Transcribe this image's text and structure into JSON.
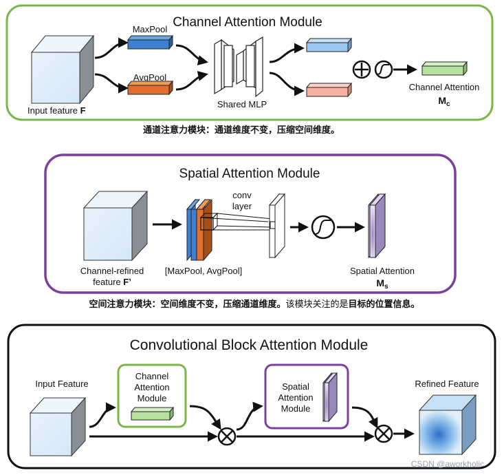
{
  "channel": {
    "title": "Channel Attention Module",
    "maxpool_label": "MaxPool",
    "avgpool_label": "AvgPool",
    "input_label": "Input feature ",
    "input_symbol": "F",
    "mlp_label": "Shared MLP",
    "output_label": "Channel Attention",
    "output_symbol": "M",
    "output_subscript": "c",
    "caption": "通道注意力模块：通道维度不变，压缩空间维度。",
    "colors": {
      "border": "#7ab648",
      "maxpool": "#3d7fd0",
      "avgpool": "#e07030",
      "out_blue": "#9cc8f0",
      "out_red": "#f6b0a0",
      "out_green": "#b8e0a0"
    }
  },
  "spatial": {
    "title": "Spatial Attention Module",
    "conv_label_1": "conv",
    "conv_label_2": "layer",
    "input_label_1": "Channel-refined",
    "input_label_2": "feature ",
    "input_symbol": "F’",
    "pool_label": "[MaxPool, AvgPool]",
    "output_label": "Spatial Attention",
    "output_symbol": "M",
    "output_subscript": "s",
    "caption_bold": "空间注意力模块：空间维度不变，压缩通道维度。",
    "caption_normal": "该模块关注的是",
    "caption_bold_2": "目标的位置信息。",
    "colors": {
      "border": "#7b3fa0",
      "accent": "#b69ad8"
    }
  },
  "cbam": {
    "title": "Convolutional Block Attention Module",
    "input_label": "Input Feature",
    "channel_box_1": "Channel",
    "channel_box_2": "Attention",
    "channel_box_3": "Module",
    "spatial_box_1": "Spatial",
    "spatial_box_2": "Attention",
    "spatial_box_3": "Module",
    "output_label": "Refined Feature",
    "colors": {
      "border": "#111111",
      "channel_box": "#7ab648",
      "spatial_box": "#7b3fa0",
      "refined": "#3a8ad8"
    }
  },
  "watermark": "CSDN @aworkholic"
}
